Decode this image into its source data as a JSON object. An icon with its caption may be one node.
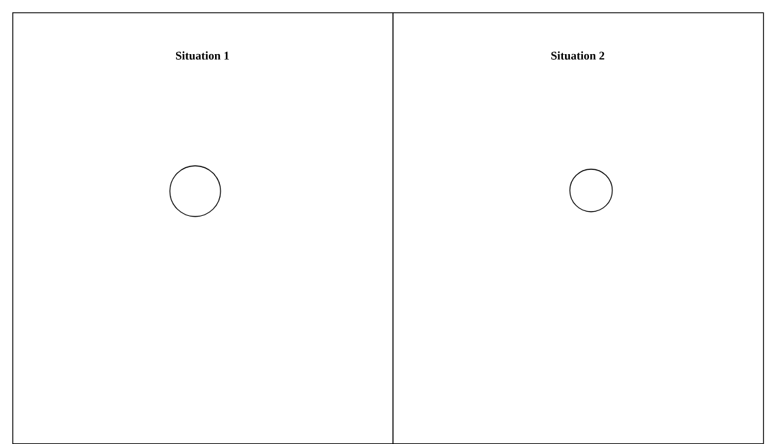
{
  "diagram": {
    "nodes": [
      {
        "text": [
          "Situation 1"
        ]
      },
      {
        "text": [
          "Situation 2"
        ]
      },
      {
        "text": [],
        "shape": "circle",
        "in": 0
      },
      {
        "text": [],
        "shape": "circle",
        "in": 1
      }
    ]
  }
}
